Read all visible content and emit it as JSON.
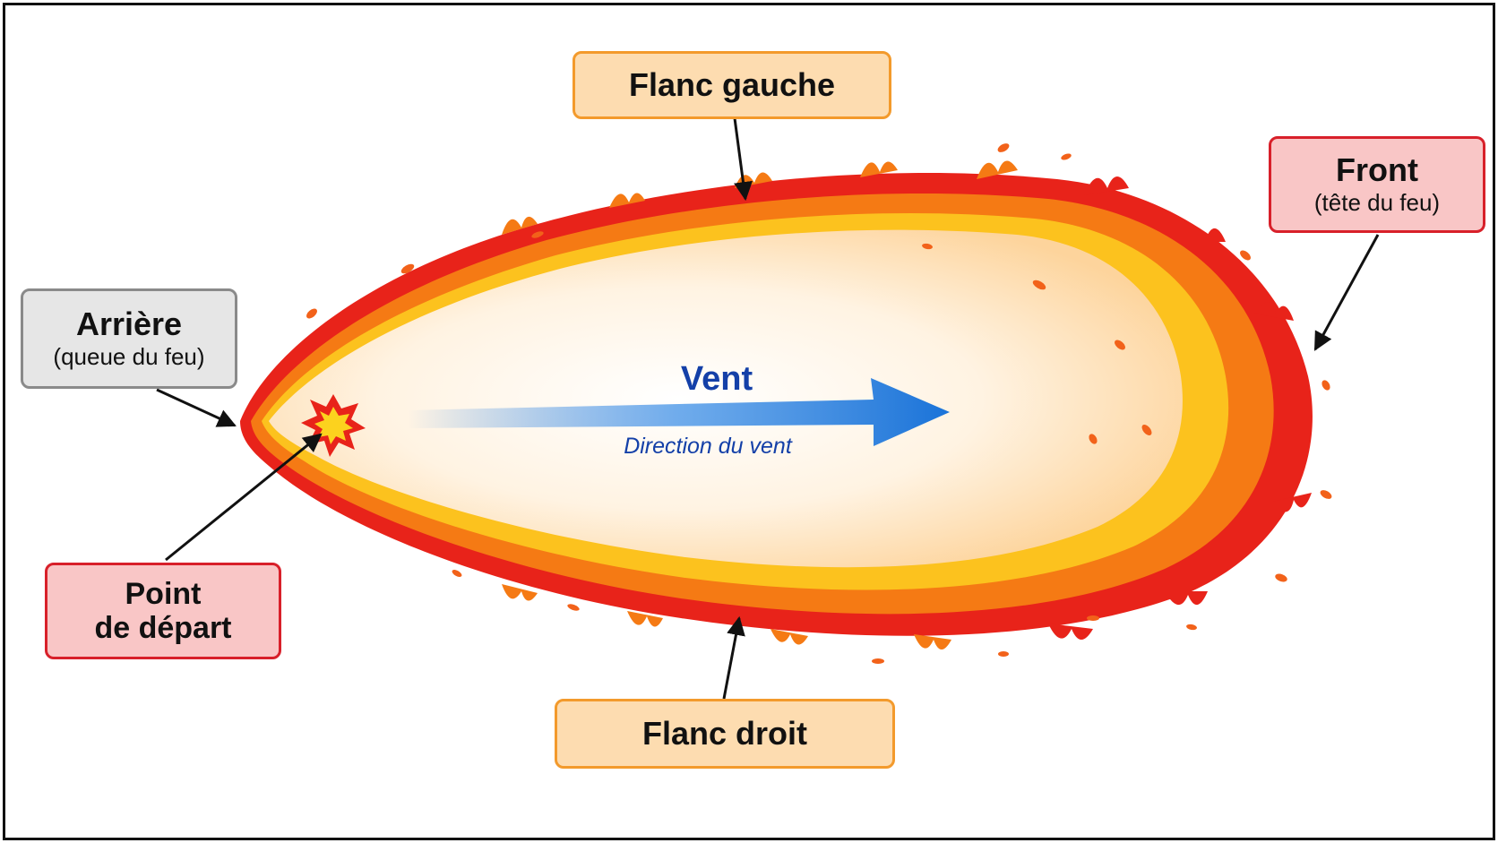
{
  "labels": {
    "flanc_gauche": {
      "main": "Flanc gauche"
    },
    "front": {
      "main": "Front",
      "sub": "(tête du feu)"
    },
    "arriere": {
      "main": "Arrière",
      "sub": "(queue du feu)"
    },
    "point_depart": {
      "line1": "Point",
      "line2": "de départ"
    },
    "flanc_droit": {
      "main": "Flanc droit"
    }
  },
  "wind": {
    "title": "Vent",
    "subtitle": "Direction du vent"
  },
  "colors": {
    "flame_outer": "#e8231a",
    "flame_mid": "#f57a14",
    "flame_inner": "#fcc21e",
    "burn_area": "#fde6c8",
    "wind_arrow": "#1a73d9",
    "wind_text": "#1440a8",
    "orange_box_fill": "#fddcb0",
    "orange_box_border": "#f39a2c",
    "red_box_fill": "#f9c6c6",
    "red_box_border": "#d8202a",
    "grey_box_fill": "#e6e6e6",
    "grey_box_border": "#8a8a8a"
  },
  "icons": {
    "ignition": "explosion-star-icon"
  }
}
